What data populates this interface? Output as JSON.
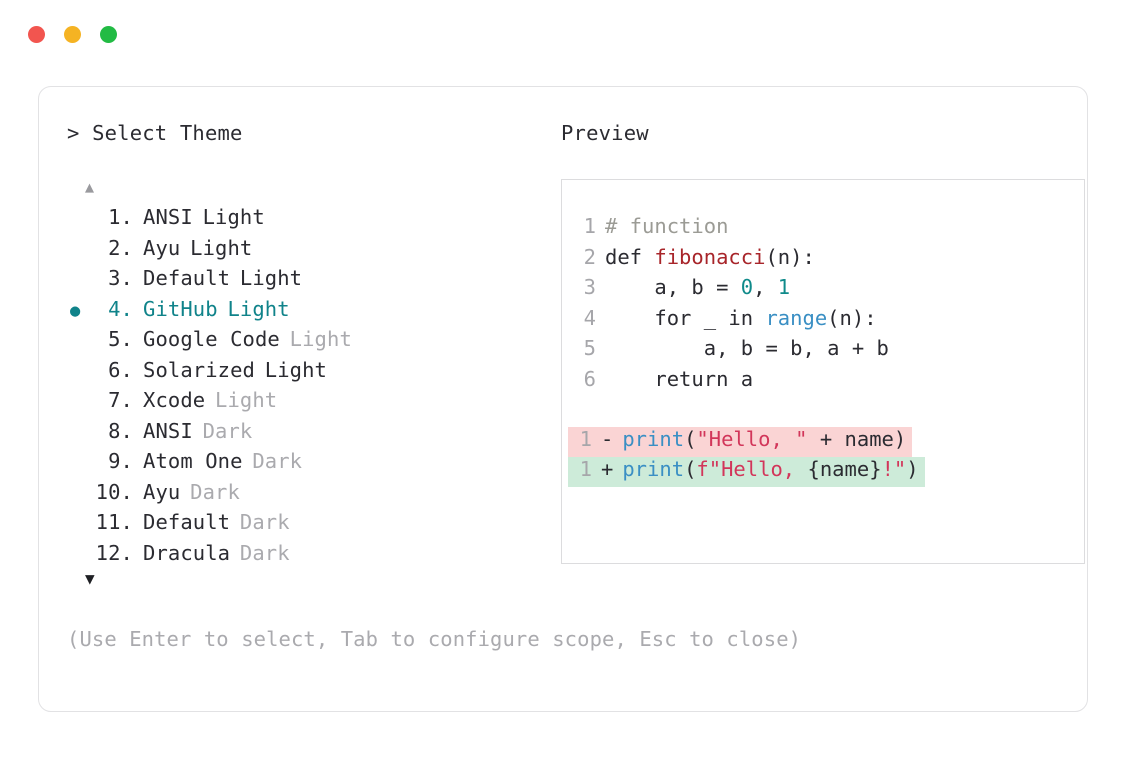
{
  "window": {
    "dots": [
      {
        "name": "close",
        "color": "#f2554f"
      },
      {
        "name": "minimize",
        "color": "#f5b323"
      },
      {
        "name": "maximize",
        "color": "#22bb44"
      }
    ]
  },
  "header": {
    "prompt_title": "> Select Theme",
    "preview_title": "Preview"
  },
  "list": {
    "scroll_up_icon": "▲",
    "scroll_down_icon": "▼",
    "selected_index": 4,
    "bullet_icon": "●",
    "selected_color": "#10838a",
    "dim_color": "#aaaaae",
    "items": [
      {
        "num": " 1.",
        "name": "ANSI",
        "variant": "Light",
        "variant_dim": false,
        "selected": false
      },
      {
        "num": " 2.",
        "name": "Ayu",
        "variant": "Light",
        "variant_dim": false,
        "selected": false
      },
      {
        "num": " 3.",
        "name": "Default",
        "variant": "Light",
        "variant_dim": false,
        "selected": false
      },
      {
        "num": " 4.",
        "name": "GitHub",
        "variant": "Light",
        "variant_dim": false,
        "selected": true
      },
      {
        "num": " 5.",
        "name": "Google Code",
        "variant": "Light",
        "variant_dim": true,
        "selected": false
      },
      {
        "num": " 6.",
        "name": "Solarized",
        "variant": "Light",
        "variant_dim": false,
        "selected": false
      },
      {
        "num": " 7.",
        "name": "Xcode",
        "variant": "Light",
        "variant_dim": true,
        "selected": false
      },
      {
        "num": " 8.",
        "name": "ANSI",
        "variant": "Dark",
        "variant_dim": true,
        "selected": false
      },
      {
        "num": " 9.",
        "name": "Atom One",
        "variant": "Dark",
        "variant_dim": true,
        "selected": false
      },
      {
        "num": "10.",
        "name": "Ayu",
        "variant": "Dark",
        "variant_dim": true,
        "selected": false
      },
      {
        "num": "11.",
        "name": "Default",
        "variant": "Dark",
        "variant_dim": true,
        "selected": false
      },
      {
        "num": "12.",
        "name": "Dracula",
        "variant": "Dark",
        "variant_dim": true,
        "selected": false
      }
    ]
  },
  "preview": {
    "code_lines": [
      {
        "no": "1",
        "tokens": [
          {
            "t": "# function",
            "c": "comment"
          }
        ]
      },
      {
        "no": "2",
        "tokens": [
          {
            "t": "def ",
            "c": "plain"
          },
          {
            "t": "fibonacci",
            "c": "fn"
          },
          {
            "t": "(n):",
            "c": "plain"
          }
        ]
      },
      {
        "no": "3",
        "tokens": [
          {
            "t": "    a, b = ",
            "c": "plain"
          },
          {
            "t": "0",
            "c": "num"
          },
          {
            "t": ", ",
            "c": "plain"
          },
          {
            "t": "1",
            "c": "num"
          }
        ]
      },
      {
        "no": "4",
        "tokens": [
          {
            "t": "    for _ in ",
            "c": "plain"
          },
          {
            "t": "range",
            "c": "builtin"
          },
          {
            "t": "(n):",
            "c": "plain"
          }
        ]
      },
      {
        "no": "5",
        "tokens": [
          {
            "t": "        a, b = b, a + b",
            "c": "plain"
          }
        ]
      },
      {
        "no": "6",
        "tokens": [
          {
            "t": "    return a",
            "c": "plain"
          }
        ]
      }
    ],
    "diff_lines": [
      {
        "no": "1",
        "sign": "-",
        "kind": "minus",
        "bg": "#fad4d4",
        "tokens": [
          {
            "t": "print",
            "c": "builtin"
          },
          {
            "t": "(",
            "c": "plain"
          },
          {
            "t": "\"Hello, \"",
            "c": "str"
          },
          {
            "t": " + name)",
            "c": "plain"
          }
        ]
      },
      {
        "no": "1",
        "sign": "+",
        "kind": "plus",
        "bg": "#cdebd9",
        "tokens": [
          {
            "t": "print",
            "c": "builtin"
          },
          {
            "t": "(",
            "c": "plain"
          },
          {
            "t": "f\"Hello, ",
            "c": "str"
          },
          {
            "t": "{name}",
            "c": "plain"
          },
          {
            "t": "!\"",
            "c": "str"
          },
          {
            "t": ")",
            "c": "plain"
          }
        ]
      }
    ]
  },
  "footer": {
    "hint": "(Use Enter to select, Tab to configure scope, Esc to close)"
  }
}
